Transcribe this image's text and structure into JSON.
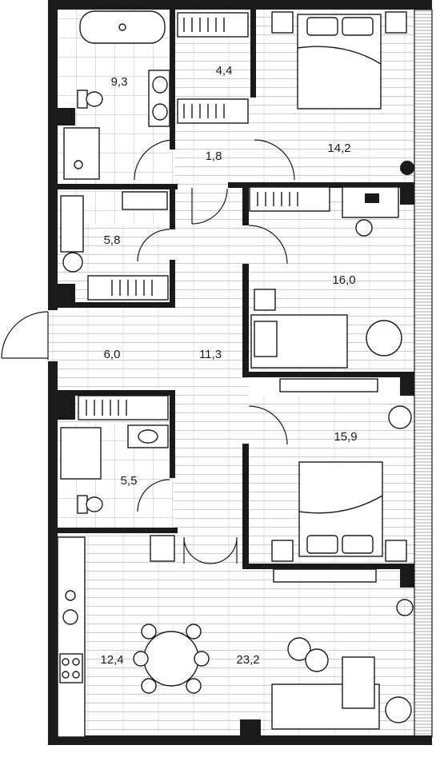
{
  "rooms": [
    {
      "id": "bathroom-1",
      "area": "9,3"
    },
    {
      "id": "wardrobe-1",
      "area": "4,4"
    },
    {
      "id": "hall-small",
      "area": "1,8"
    },
    {
      "id": "bedroom-1",
      "area": "14,2"
    },
    {
      "id": "laundry",
      "area": "5,8"
    },
    {
      "id": "study",
      "area": "16,0"
    },
    {
      "id": "entrance",
      "area": "6,0"
    },
    {
      "id": "corridor",
      "area": "11,3"
    },
    {
      "id": "bedroom-2",
      "area": "15,9"
    },
    {
      "id": "bathroom-2",
      "area": "5,5"
    },
    {
      "id": "kitchen",
      "area": "12,4"
    },
    {
      "id": "living",
      "area": "23,2"
    }
  ],
  "colors": {
    "wall": "#1a1a1a",
    "floor_line": "#b8b8b8",
    "background": "#ffffff"
  }
}
